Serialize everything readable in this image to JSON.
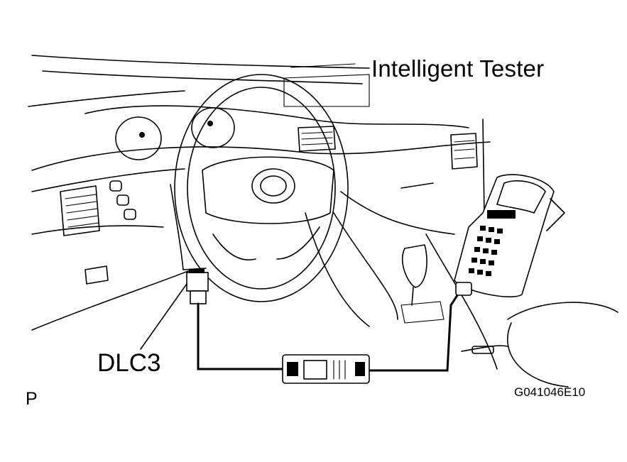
{
  "labels": {
    "intelligent_tester": "Intelligent Tester",
    "dlc3": "DLC3",
    "view_marker": "P",
    "figure_code": "G041046E10"
  },
  "colors": {
    "line": "#000000",
    "background": "#ffffff"
  }
}
